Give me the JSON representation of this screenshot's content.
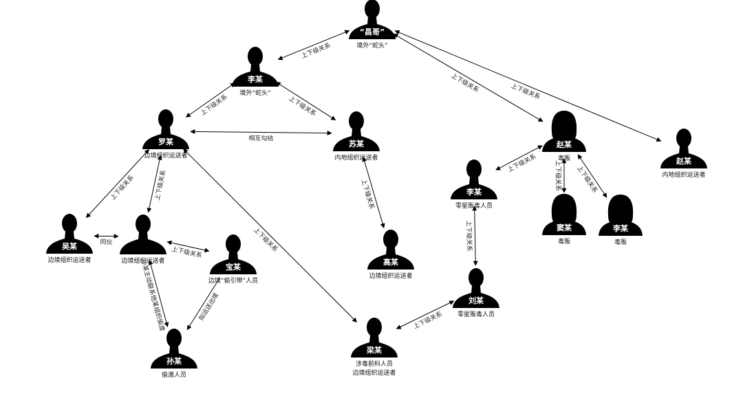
{
  "diagram": {
    "people": [
      {
        "id": "chang",
        "name": "“昌哥”",
        "role_lines": [
          "境外“蛇头”"
        ],
        "gender": "m"
      },
      {
        "id": "li1",
        "name": "李某",
        "role_lines": [
          "境外“蛇头”"
        ],
        "gender": "m"
      },
      {
        "id": "luo",
        "name": "罗某",
        "role_lines": [
          "边境组织运送者"
        ],
        "gender": "m"
      },
      {
        "id": "su",
        "name": "苏某",
        "role_lines": [
          "内地组织运送者"
        ],
        "gender": "m"
      },
      {
        "id": "wu",
        "name": "吴某",
        "role_lines": [
          "边境组织运送者"
        ],
        "gender": "m"
      },
      {
        "id": "anon",
        "name": "",
        "role_lines": [
          "边境组织运送者"
        ],
        "gender": "m"
      },
      {
        "id": "bao",
        "name": "宝某",
        "role_lines": [
          "边境“偷引带”人员"
        ],
        "gender": "m"
      },
      {
        "id": "sun",
        "name": "孙某",
        "role_lines": [
          "偷渡人员"
        ],
        "gender": "m"
      },
      {
        "id": "gao",
        "name": "高某",
        "role_lines": [
          "边境组织运送者"
        ],
        "gender": "m"
      },
      {
        "id": "liang",
        "name": "梁某",
        "role_lines": [
          "涉毒前科人员",
          "边境组织运送者"
        ],
        "gender": "m"
      },
      {
        "id": "liu",
        "name": "刘某",
        "role_lines": [
          "零星贩毒人员"
        ],
        "gender": "m"
      },
      {
        "id": "li2",
        "name": "李某",
        "role_lines": [
          "零星贩毒人员"
        ],
        "gender": "m"
      },
      {
        "id": "zhao1",
        "name": "赵某",
        "role_lines": [
          "毒贩"
        ],
        "gender": "f"
      },
      {
        "id": "zhao2",
        "name": "赵某",
        "role_lines": [
          "内地组织运送者"
        ],
        "gender": "m"
      },
      {
        "id": "dou",
        "name": "窦某",
        "role_lines": [
          "毒贩"
        ],
        "gender": "f"
      },
      {
        "id": "li3",
        "name": "李某",
        "role_lines": [
          "毒贩"
        ],
        "gender": "f"
      }
    ],
    "relations": [
      {
        "from": "li1",
        "to": "chang",
        "label": "上下级关系",
        "arrows": "both"
      },
      {
        "from": "chang",
        "to": "zhao1",
        "label": "上下级关系",
        "arrows": "both"
      },
      {
        "from": "chang",
        "to": "zhao2",
        "label": "上下级关系",
        "arrows": "both"
      },
      {
        "from": "li1",
        "to": "luo",
        "label": "上下级关系",
        "arrows": "both"
      },
      {
        "from": "li1",
        "to": "su",
        "label": "上下级关系",
        "arrows": "both"
      },
      {
        "from": "luo",
        "to": "su",
        "label": "相互勾结",
        "arrows": "both"
      },
      {
        "from": "luo",
        "to": "wu",
        "label": "上下级关系",
        "arrows": "both"
      },
      {
        "from": "luo",
        "to": "anon",
        "label": "上下级关系",
        "arrows": "both"
      },
      {
        "from": "luo",
        "to": "liang",
        "label": "上下级关系",
        "arrows": "both"
      },
      {
        "from": "wu",
        "to": "anon",
        "label": "同伙",
        "arrows": "both"
      },
      {
        "from": "anon",
        "to": "bao",
        "label": "上下级关系",
        "arrows": "both"
      },
      {
        "from": "anon",
        "to": "sun",
        "label": "孙某主动联系他某组织偷渡",
        "arrows": "both"
      },
      {
        "from": "bao",
        "to": "sun",
        "label": "拟运送出境",
        "arrows": "to"
      },
      {
        "from": "su",
        "to": "gao",
        "label": "上下级关系",
        "arrows": "both"
      },
      {
        "from": "liang",
        "to": "liu",
        "label": "上下级关系",
        "arrows": "both"
      },
      {
        "from": "liu",
        "to": "li2",
        "label": "上下级关系",
        "arrows": "both"
      },
      {
        "from": "zhao1",
        "to": "li2",
        "label": "上下级关系",
        "arrows": "both"
      },
      {
        "from": "zhao1",
        "to": "dou",
        "label": "上下级关系",
        "arrows": "both"
      },
      {
        "from": "zhao1",
        "to": "li3",
        "label": "上下级关系",
        "arrows": "both"
      }
    ]
  }
}
